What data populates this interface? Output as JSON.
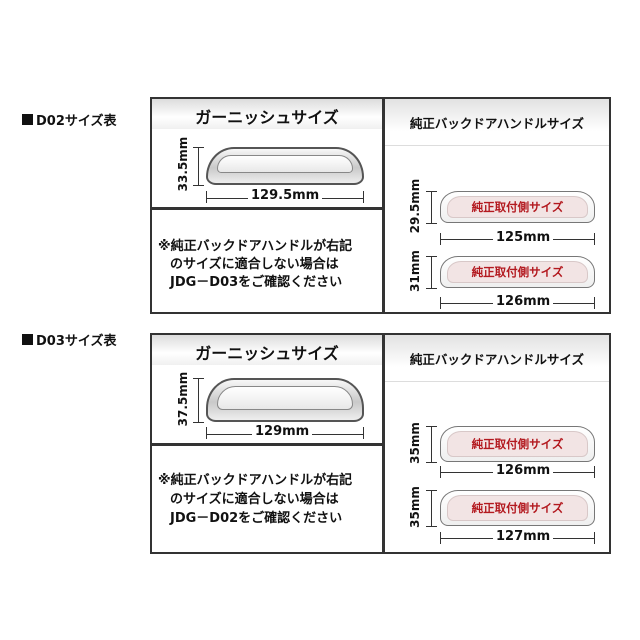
{
  "sections": [
    {
      "label": "D02サイズ表",
      "garnish_title": "ガーニッシュサイズ",
      "garnish_height": "33.5mm",
      "garnish_width": "129.5mm",
      "note_lines": [
        "※純正バックドアハンドルが右記",
        "のサイズに適合しない場合は",
        "JDG－D03をご確認ください"
      ],
      "handle_title": "純正バックドアハンドルサイズ",
      "handles": [
        {
          "label": "純正取付側サイズ",
          "height": "29.5mm",
          "width": "125mm"
        },
        {
          "label": "純正取付側サイズ",
          "height": "31mm",
          "width": "126mm"
        }
      ]
    },
    {
      "label": "D03サイズ表",
      "garnish_title": "ガーニッシュサイズ",
      "garnish_height": "37.5mm",
      "garnish_width": "129mm",
      "note_lines": [
        "※純正バックドアハンドルが右記",
        "のサイズに適合しない場合は",
        "JDG－D02をご確認ください"
      ],
      "handle_title": "純正バックドアハンドルサイズ",
      "handles": [
        {
          "label": "純正取付側サイズ",
          "height": "35mm",
          "width": "126mm"
        },
        {
          "label": "純正取付側サイズ",
          "height": "35mm",
          "width": "127mm"
        }
      ]
    }
  ]
}
